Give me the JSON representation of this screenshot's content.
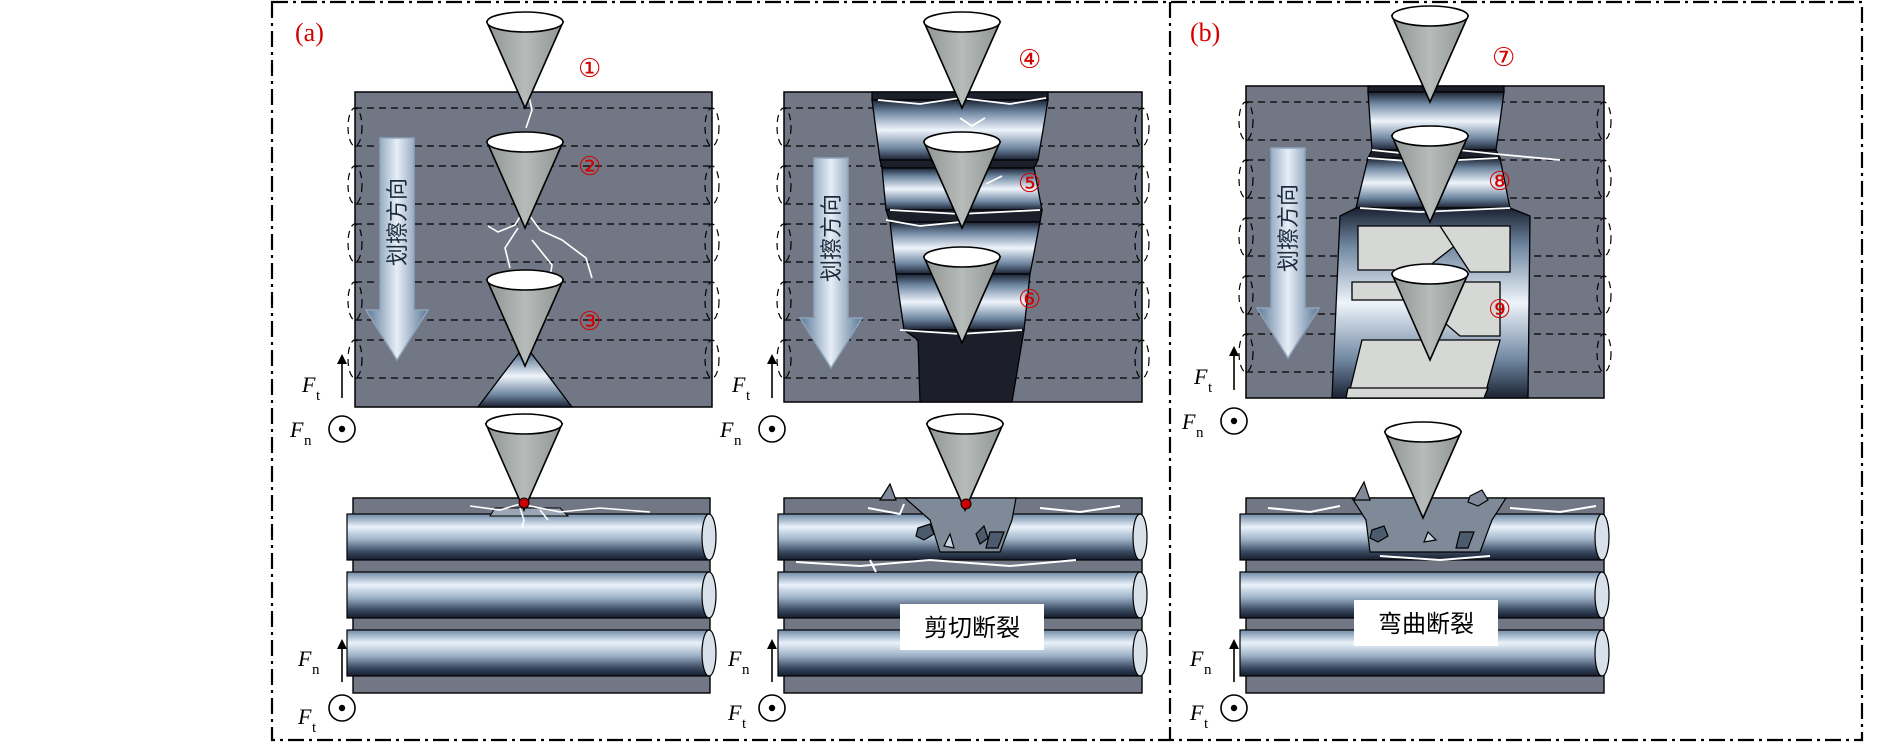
{
  "panels": [
    {
      "label": "(a)"
    },
    {
      "label": "(b)"
    }
  ],
  "markers": [
    "①",
    "②",
    "③",
    "④",
    "⑤",
    "⑥",
    "⑦",
    "⑧",
    "⑨"
  ],
  "scratch_direction": "划擦方向",
  "forces": {
    "t_base": "F",
    "t_sub": "t",
    "n_base": "F",
    "n_sub": "n"
  },
  "captions": {
    "shear": "剪切断裂",
    "bending": "弯曲断裂"
  },
  "colors": {
    "matrix": "#727785",
    "fiber_light": "#eaf2fb",
    "fiber_mid": "#8aa3bd",
    "fiber_dark": "#1b2233",
    "indenter": "#a7adab",
    "debris": "#d6d8d6",
    "crack": "#ffffff",
    "marker_red": "#d40000",
    "tip_red": "#cc0000",
    "dark_fill": "#1c1f2a"
  }
}
